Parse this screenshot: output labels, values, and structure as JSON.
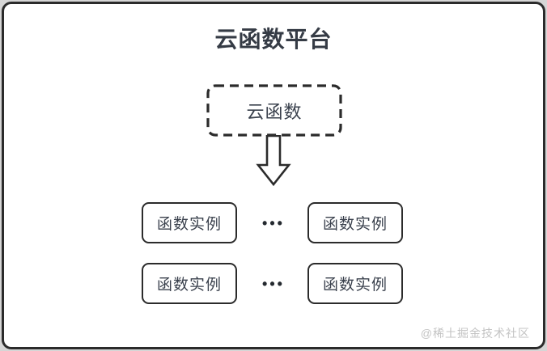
{
  "diagram": {
    "title": "云函数平台",
    "root_node": {
      "label": "云函数"
    },
    "connector": {
      "icon": "down-arrow-icon"
    },
    "rows": [
      {
        "left": "函数实例",
        "separator": "•••",
        "right": "函数实例"
      },
      {
        "left": "函数实例",
        "separator": "•••",
        "right": "函数实例"
      }
    ],
    "watermark": "@稀土掘金技术社区"
  },
  "colors": {
    "border": "#2b2b2b",
    "text": "#3a414d",
    "title_text": "#353b45",
    "watermark_text": "#c3c3c3",
    "background": "#ffffff"
  }
}
